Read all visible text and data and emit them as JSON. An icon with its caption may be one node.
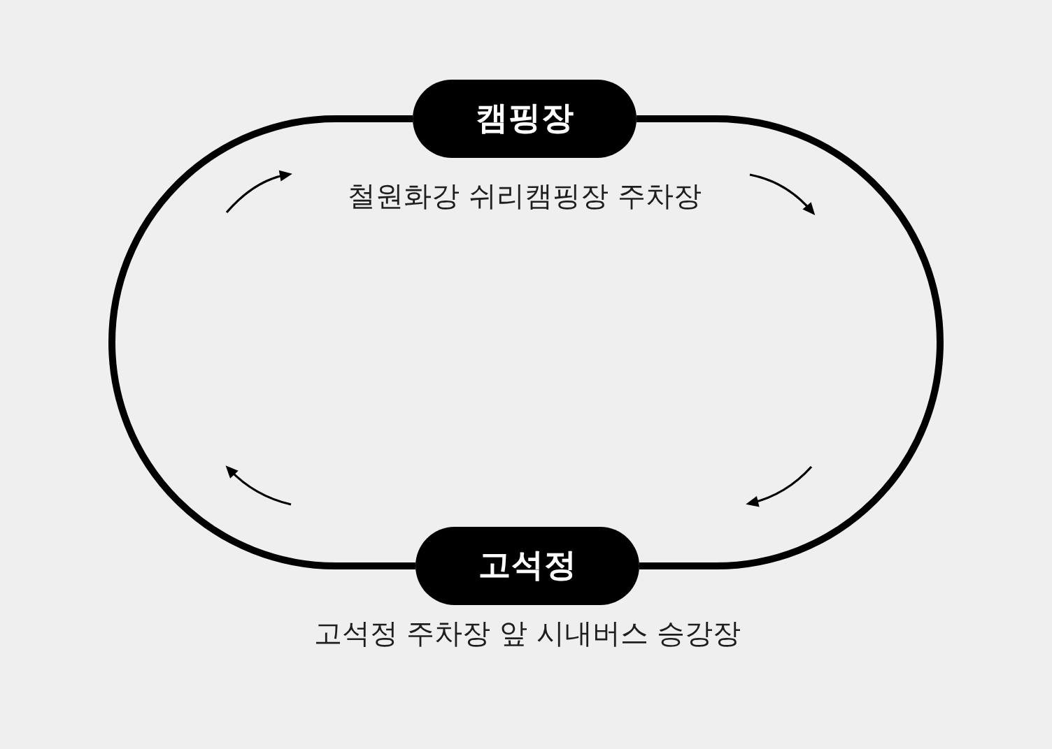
{
  "diagram": {
    "nodes": [
      {
        "text": [
          "캠핑장"
        ],
        "beside": [
          "철원화강 쉬리캠핑장 주차장"
        ]
      },
      {
        "text": [
          "고석정"
        ],
        "beside": [
          "고석정 주차장 앞 시내버스 승강장"
        ]
      }
    ],
    "edges": [
      {
        "from": 0,
        "to": 1,
        "arrow": "none"
      },
      {
        "from": 1,
        "to": 0,
        "arrow": "none"
      }
    ]
  }
}
